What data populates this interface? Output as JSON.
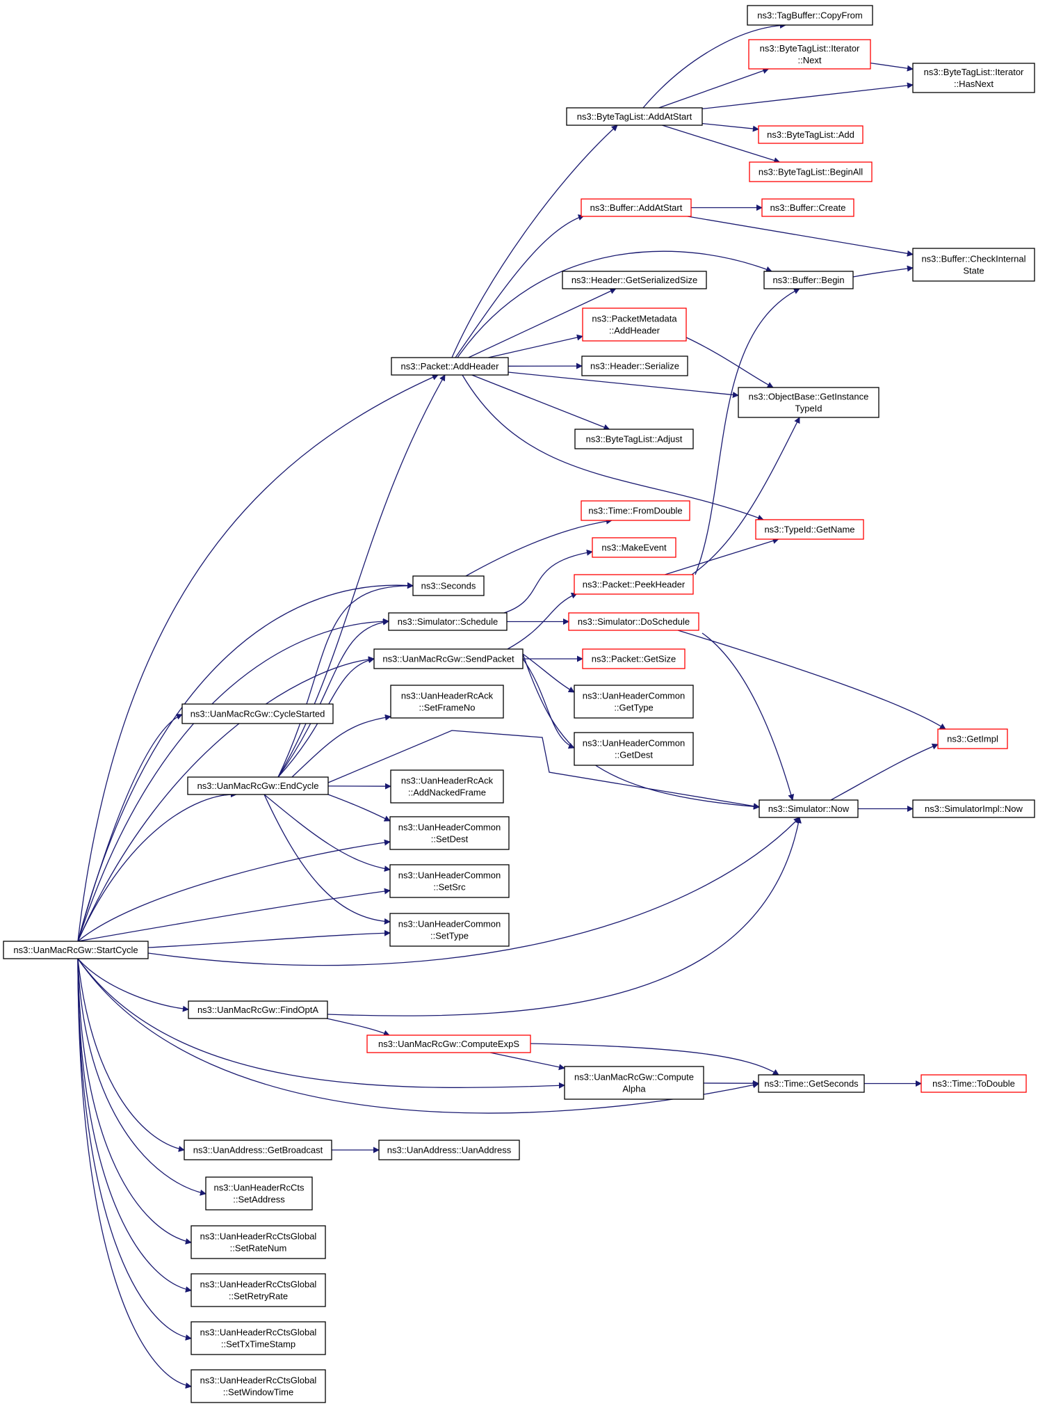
{
  "graph": {
    "colors": {
      "edge": "#191970",
      "normal_border": "#000000",
      "truncated_border": "#ff0000",
      "root_fill": "#bfbfbf",
      "node_fill": "#ffffff"
    },
    "nodes": [
      {
        "id": "startcycle",
        "lines": [
          "ns3::UanMacRcGw::StartCycle"
        ],
        "status": "root"
      },
      {
        "id": "tagbuffer-copyfrom",
        "lines": [
          "ns3::TagBuffer::CopyFrom"
        ],
        "status": "normal"
      },
      {
        "id": "bytetaglist-iterator-next",
        "lines": [
          "ns3::ByteTagList::Iterator",
          "::Next"
        ],
        "status": "truncated"
      },
      {
        "id": "bytetaglist-iterator-hasnext",
        "lines": [
          "ns3::ByteTagList::Iterator",
          "::HasNext"
        ],
        "status": "normal"
      },
      {
        "id": "bytetaglist-addatstart",
        "lines": [
          "ns3::ByteTagList::AddAtStart"
        ],
        "status": "normal"
      },
      {
        "id": "bytetaglist-add",
        "lines": [
          "ns3::ByteTagList::Add"
        ],
        "status": "truncated"
      },
      {
        "id": "bytetaglist-beginall",
        "lines": [
          "ns3::ByteTagList::BeginAll"
        ],
        "status": "truncated"
      },
      {
        "id": "buffer-addatstart",
        "lines": [
          "ns3::Buffer::AddAtStart"
        ],
        "status": "truncated"
      },
      {
        "id": "buffer-create",
        "lines": [
          "ns3::Buffer::Create"
        ],
        "status": "truncated"
      },
      {
        "id": "buffer-checkinternalstate",
        "lines": [
          "ns3::Buffer::CheckInternal",
          "State"
        ],
        "status": "normal"
      },
      {
        "id": "header-getserializedsize",
        "lines": [
          "ns3::Header::GetSerializedSize"
        ],
        "status": "normal"
      },
      {
        "id": "buffer-begin",
        "lines": [
          "ns3::Buffer::Begin"
        ],
        "status": "normal"
      },
      {
        "id": "packetmetadata-addheader",
        "lines": [
          "ns3::PacketMetadata",
          "::AddHeader"
        ],
        "status": "truncated"
      },
      {
        "id": "packet-addheader",
        "lines": [
          "ns3::Packet::AddHeader"
        ],
        "status": "normal"
      },
      {
        "id": "header-serialize",
        "lines": [
          "ns3::Header::Serialize"
        ],
        "status": "normal"
      },
      {
        "id": "objectbase-getinstancetypeid",
        "lines": [
          "ns3::ObjectBase::GetInstance",
          "TypeId"
        ],
        "status": "normal"
      },
      {
        "id": "bytetaglist-adjust",
        "lines": [
          "ns3::ByteTagList::Adjust"
        ],
        "status": "normal"
      },
      {
        "id": "time-fromdouble",
        "lines": [
          "ns3::Time::FromDouble"
        ],
        "status": "truncated"
      },
      {
        "id": "typeid-getname",
        "lines": [
          "ns3::TypeId::GetName"
        ],
        "status": "truncated"
      },
      {
        "id": "makeevent",
        "lines": [
          "ns3::MakeEvent"
        ],
        "status": "truncated"
      },
      {
        "id": "seconds",
        "lines": [
          "ns3::Seconds"
        ],
        "status": "normal"
      },
      {
        "id": "packet-peekheader",
        "lines": [
          "ns3::Packet::PeekHeader"
        ],
        "status": "truncated"
      },
      {
        "id": "simulator-schedule",
        "lines": [
          "ns3::Simulator::Schedule"
        ],
        "status": "normal"
      },
      {
        "id": "simulator-doschedule",
        "lines": [
          "ns3::Simulator::DoSchedule"
        ],
        "status": "truncated"
      },
      {
        "id": "sendpacket",
        "lines": [
          "ns3::UanMacRcGw::SendPacket"
        ],
        "status": "normal"
      },
      {
        "id": "packet-getsize",
        "lines": [
          "ns3::Packet::GetSize"
        ],
        "status": "truncated"
      },
      {
        "id": "headercommon-gettype",
        "lines": [
          "ns3::UanHeaderCommon",
          "::GetType"
        ],
        "status": "normal"
      },
      {
        "id": "headerrcack-setframeno",
        "lines": [
          "ns3::UanHeaderRcAck",
          "::SetFrameNo"
        ],
        "status": "normal"
      },
      {
        "id": "cyclestarted",
        "lines": [
          "ns3::UanMacRcGw::CycleStarted"
        ],
        "status": "normal"
      },
      {
        "id": "getimpl",
        "lines": [
          "ns3::GetImpl"
        ],
        "status": "truncated"
      },
      {
        "id": "headercommon-getdest",
        "lines": [
          "ns3::UanHeaderCommon",
          "::GetDest"
        ],
        "status": "normal"
      },
      {
        "id": "endcycle",
        "lines": [
          "ns3::UanMacRcGw::EndCycle"
        ],
        "status": "normal"
      },
      {
        "id": "headerrcack-addnackedframe",
        "lines": [
          "ns3::UanHeaderRcAck",
          "::AddNackedFrame"
        ],
        "status": "normal"
      },
      {
        "id": "simulator-now",
        "lines": [
          "ns3::Simulator::Now"
        ],
        "status": "normal"
      },
      {
        "id": "simulatorimpl-now",
        "lines": [
          "ns3::SimulatorImpl::Now"
        ],
        "status": "normal"
      },
      {
        "id": "headercommon-setdest",
        "lines": [
          "ns3::UanHeaderCommon",
          "::SetDest"
        ],
        "status": "normal"
      },
      {
        "id": "headercommon-setsrc",
        "lines": [
          "ns3::UanHeaderCommon",
          "::SetSrc"
        ],
        "status": "normal"
      },
      {
        "id": "headercommon-settype",
        "lines": [
          "ns3::UanHeaderCommon",
          "::SetType"
        ],
        "status": "normal"
      },
      {
        "id": "findopta",
        "lines": [
          "ns3::UanMacRcGw::FindOptA"
        ],
        "status": "normal"
      },
      {
        "id": "computeexps",
        "lines": [
          "ns3::UanMacRcGw::ComputeExpS"
        ],
        "status": "truncated"
      },
      {
        "id": "computealpha",
        "lines": [
          "ns3::UanMacRcGw::Compute",
          "Alpha"
        ],
        "status": "normal"
      },
      {
        "id": "time-getseconds",
        "lines": [
          "ns3::Time::GetSeconds"
        ],
        "status": "normal"
      },
      {
        "id": "time-todouble",
        "lines": [
          "ns3::Time::ToDouble"
        ],
        "status": "truncated"
      },
      {
        "id": "uanaddress-getbroadcast",
        "lines": [
          "ns3::UanAddress::GetBroadcast"
        ],
        "status": "normal"
      },
      {
        "id": "uanaddress-uanaddress",
        "lines": [
          "ns3::UanAddress::UanAddress"
        ],
        "status": "normal"
      },
      {
        "id": "headerrccts-setaddress",
        "lines": [
          "ns3::UanHeaderRcCts",
          "::SetAddress"
        ],
        "status": "normal"
      },
      {
        "id": "ctsglobal-setratenum",
        "lines": [
          "ns3::UanHeaderRcCtsGlobal",
          "::SetRateNum"
        ],
        "status": "normal"
      },
      {
        "id": "ctsglobal-setretryrate",
        "lines": [
          "ns3::UanHeaderRcCtsGlobal",
          "::SetRetryRate"
        ],
        "status": "normal"
      },
      {
        "id": "ctsglobal-settxtimestamp",
        "lines": [
          "ns3::UanHeaderRcCtsGlobal",
          "::SetTxTimeStamp"
        ],
        "status": "normal"
      },
      {
        "id": "ctsglobal-setwindowtime",
        "lines": [
          "ns3::UanHeaderRcCtsGlobal",
          "::SetWindowTime"
        ],
        "status": "normal"
      }
    ],
    "edges": [
      [
        "startcycle",
        "packet-addheader"
      ],
      [
        "startcycle",
        "seconds"
      ],
      [
        "startcycle",
        "simulator-schedule"
      ],
      [
        "startcycle",
        "sendpacket"
      ],
      [
        "startcycle",
        "cyclestarted"
      ],
      [
        "startcycle",
        "endcycle"
      ],
      [
        "startcycle",
        "headercommon-setdest"
      ],
      [
        "startcycle",
        "headercommon-setsrc"
      ],
      [
        "startcycle",
        "headercommon-settype"
      ],
      [
        "startcycle",
        "simulator-now"
      ],
      [
        "startcycle",
        "findopta"
      ],
      [
        "startcycle",
        "computealpha"
      ],
      [
        "startcycle",
        "time-getseconds"
      ],
      [
        "startcycle",
        "uanaddress-getbroadcast"
      ],
      [
        "startcycle",
        "headerrccts-setaddress"
      ],
      [
        "startcycle",
        "ctsglobal-setratenum"
      ],
      [
        "startcycle",
        "ctsglobal-setretryrate"
      ],
      [
        "startcycle",
        "ctsglobal-settxtimestamp"
      ],
      [
        "startcycle",
        "ctsglobal-setwindowtime"
      ],
      [
        "packet-addheader",
        "bytetaglist-addatstart"
      ],
      [
        "packet-addheader",
        "buffer-addatstart"
      ],
      [
        "packet-addheader",
        "buffer-begin"
      ],
      [
        "packet-addheader",
        "header-getserializedsize"
      ],
      [
        "packet-addheader",
        "packetmetadata-addheader"
      ],
      [
        "packet-addheader",
        "header-serialize"
      ],
      [
        "packet-addheader",
        "objectbase-getinstancetypeid"
      ],
      [
        "packet-addheader",
        "bytetaglist-adjust"
      ],
      [
        "packet-addheader",
        "typeid-getname"
      ],
      [
        "bytetaglist-addatstart",
        "tagbuffer-copyfrom"
      ],
      [
        "bytetaglist-addatstart",
        "bytetaglist-iterator-next"
      ],
      [
        "bytetaglist-addatstart",
        "bytetaglist-iterator-hasnext"
      ],
      [
        "bytetaglist-addatstart",
        "bytetaglist-add"
      ],
      [
        "bytetaglist-addatstart",
        "bytetaglist-beginall"
      ],
      [
        "bytetaglist-iterator-next",
        "bytetaglist-iterator-hasnext"
      ],
      [
        "buffer-addatstart",
        "buffer-create"
      ],
      [
        "buffer-addatstart",
        "buffer-checkinternalstate"
      ],
      [
        "buffer-begin",
        "buffer-checkinternalstate"
      ],
      [
        "packetmetadata-addheader",
        "objectbase-getinstancetypeid"
      ],
      [
        "seconds",
        "time-fromdouble"
      ],
      [
        "simulator-schedule",
        "makeevent"
      ],
      [
        "simulator-schedule",
        "simulator-doschedule"
      ],
      [
        "simulator-doschedule",
        "getimpl"
      ],
      [
        "simulator-doschedule",
        "simulator-now"
      ],
      [
        "sendpacket",
        "packet-peekheader"
      ],
      [
        "sendpacket",
        "packet-getsize"
      ],
      [
        "sendpacket",
        "headercommon-gettype"
      ],
      [
        "sendpacket",
        "headercommon-getdest"
      ],
      [
        "sendpacket",
        "simulator-now"
      ],
      [
        "packet-peekheader",
        "buffer-begin"
      ],
      [
        "packet-peekheader",
        "objectbase-getinstancetypeid"
      ],
      [
        "packet-peekheader",
        "typeid-getname"
      ],
      [
        "endcycle",
        "packet-addheader"
      ],
      [
        "endcycle",
        "seconds"
      ],
      [
        "endcycle",
        "simulator-schedule"
      ],
      [
        "endcycle",
        "sendpacket"
      ],
      [
        "endcycle",
        "headerrcack-setframeno"
      ],
      [
        "endcycle",
        "simulator-now"
      ],
      [
        "endcycle",
        "headerrcack-addnackedframe"
      ],
      [
        "endcycle",
        "headercommon-setdest"
      ],
      [
        "endcycle",
        "headercommon-setsrc"
      ],
      [
        "endcycle",
        "headercommon-settype"
      ],
      [
        "simulator-now",
        "getimpl"
      ],
      [
        "simulator-now",
        "simulatorimpl-now"
      ],
      [
        "findopta",
        "simulator-now"
      ],
      [
        "findopta",
        "computeexps"
      ],
      [
        "computeexps",
        "computealpha"
      ],
      [
        "computeexps",
        "time-getseconds"
      ],
      [
        "computealpha",
        "time-getseconds"
      ],
      [
        "time-getseconds",
        "time-todouble"
      ],
      [
        "uanaddress-getbroadcast",
        "uanaddress-uanaddress"
      ]
    ]
  }
}
